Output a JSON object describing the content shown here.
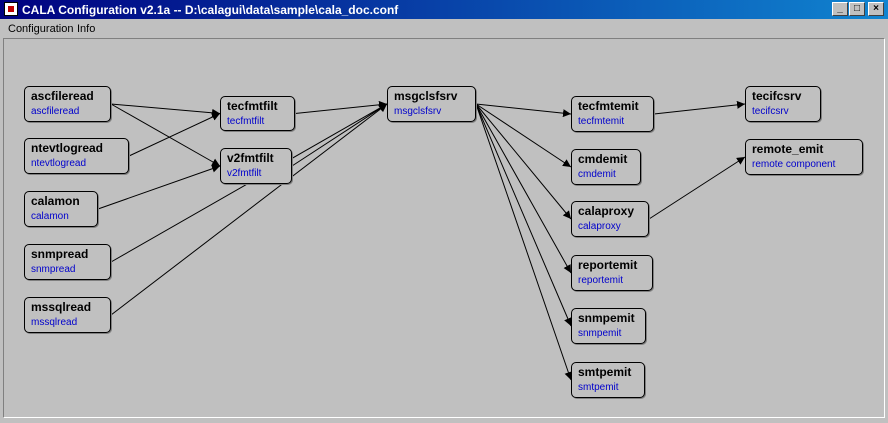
{
  "window": {
    "title": "CALA Configuration v2.1a --  D:\\calagui\\data\\sample\\cala_doc.conf",
    "minimize_glyph": "_",
    "maximize_glyph": "□",
    "close_glyph": "×"
  },
  "menu": {
    "items": [
      "Configuration",
      "Info"
    ]
  },
  "nodes": [
    {
      "id": "ascfileread",
      "title": "ascfileread",
      "subtitle": "ascfileread"
    },
    {
      "id": "ntevtlogread",
      "title": "ntevtlogread",
      "subtitle": "ntevtlogread"
    },
    {
      "id": "calamon",
      "title": "calamon",
      "subtitle": "calamon"
    },
    {
      "id": "snmpread",
      "title": "snmpread",
      "subtitle": "snmpread"
    },
    {
      "id": "mssqlread",
      "title": "mssqlread",
      "subtitle": "mssqlread"
    },
    {
      "id": "tecfmtfilt",
      "title": "tecfmtfilt",
      "subtitle": "tecfmtfilt"
    },
    {
      "id": "v2fmtfilt",
      "title": "v2fmtfilt",
      "subtitle": "v2fmtfilt"
    },
    {
      "id": "msgclsfsrv",
      "title": "msgclsfsrv",
      "subtitle": "msgclsfsrv"
    },
    {
      "id": "tecfmtemit",
      "title": "tecfmtemit",
      "subtitle": "tecfmtemit"
    },
    {
      "id": "cmdemit",
      "title": "cmdemit",
      "subtitle": "cmdemit"
    },
    {
      "id": "calaproxy",
      "title": "calaproxy",
      "subtitle": "calaproxy"
    },
    {
      "id": "reportemit",
      "title": "reportemit",
      "subtitle": "reportemit"
    },
    {
      "id": "snmpemit",
      "title": "snmpemit",
      "subtitle": "snmpemit"
    },
    {
      "id": "smtpemit",
      "title": "smtpemit",
      "subtitle": "smtpemit"
    },
    {
      "id": "tecifcsrv",
      "title": "tecifcsrv",
      "subtitle": "tecifcsrv"
    },
    {
      "id": "remote_emit",
      "title": "remote_emit",
      "subtitle": "remote component"
    }
  ],
  "edges": [
    [
      "ascfileread",
      "tecfmtfilt"
    ],
    [
      "ascfileread",
      "v2fmtfilt"
    ],
    [
      "ntevtlogread",
      "tecfmtfilt"
    ],
    [
      "calamon",
      "v2fmtfilt"
    ],
    [
      "tecfmtfilt",
      "msgclsfsrv"
    ],
    [
      "v2fmtfilt",
      "msgclsfsrv"
    ],
    [
      "snmpread",
      "msgclsfsrv"
    ],
    [
      "mssqlread",
      "msgclsfsrv"
    ],
    [
      "msgclsfsrv",
      "tecfmtemit"
    ],
    [
      "msgclsfsrv",
      "cmdemit"
    ],
    [
      "msgclsfsrv",
      "calaproxy"
    ],
    [
      "msgclsfsrv",
      "reportemit"
    ],
    [
      "msgclsfsrv",
      "snmpemit"
    ],
    [
      "msgclsfsrv",
      "smtpemit"
    ],
    [
      "tecfmtemit",
      "tecifcsrv"
    ],
    [
      "calaproxy",
      "remote_emit"
    ]
  ],
  "colors": {
    "titlebar": "#000080",
    "canvas": "#c0c0c0",
    "node_border": "#000000",
    "subtitle_text": "#0000cc",
    "edge": "#000000"
  }
}
